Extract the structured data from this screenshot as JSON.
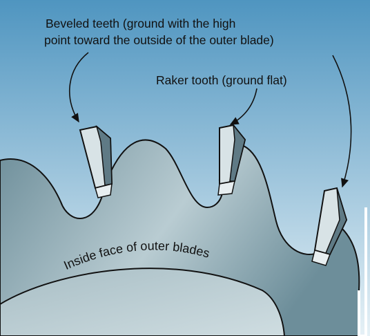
{
  "labels": {
    "beveled_line1": "Beveled teeth (ground with the high",
    "beveled_line2": "point toward the outside of the outer blade)",
    "raker": "Raker tooth (ground flat)",
    "inside_face": "Inside face of outer blades"
  },
  "colors": {
    "sky_top": "#4f95c0",
    "sky_bottom": "#e6f1f6",
    "blade_dark": "#6d8e9a",
    "blade_light": "#b9ccd2",
    "inner_disc": "#cfdde1",
    "tooth_face": "#d8e3e6",
    "tooth_side": "#5f7a85",
    "outline": "#111111"
  }
}
